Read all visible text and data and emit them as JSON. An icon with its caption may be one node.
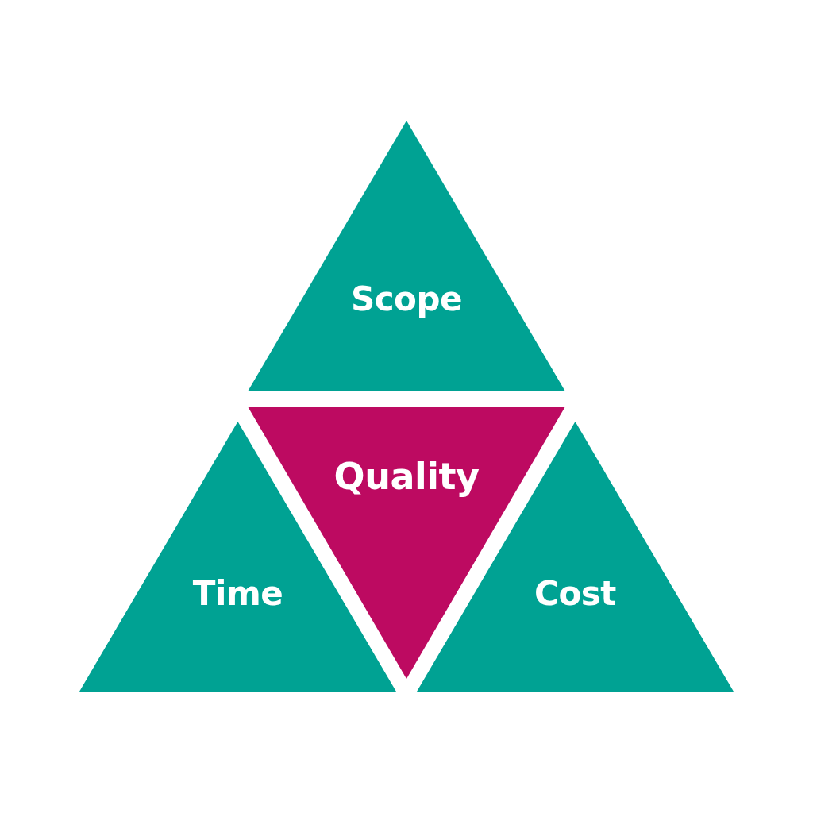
{
  "diagram": {
    "nodes": [
      {
        "text": [
          "Scope"
        ]
      },
      {
        "text": [
          "Quality"
        ]
      },
      {
        "text": [
          "Time"
        ]
      },
      {
        "text": [
          "Cost"
        ]
      }
    ]
  }
}
